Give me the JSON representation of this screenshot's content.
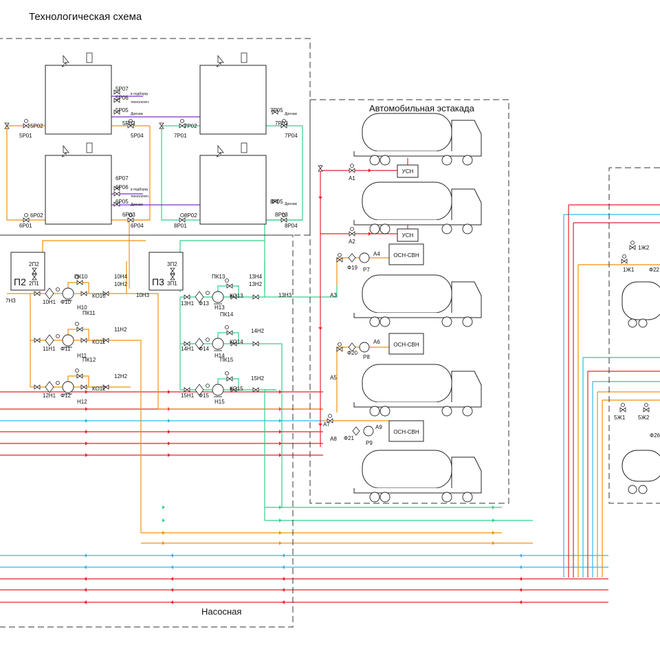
{
  "title": "Технологическая схема",
  "colors": {
    "orange": "#f0900c",
    "green": "#2fd08a",
    "red": "#e8222a",
    "blue": "#31b6e8",
    "purple": "#7a2fd0",
    "dark": "#222222"
  },
  "zones": {
    "estakada": "Автомобильная эстакада",
    "nasosnaya": "Насосная"
  },
  "tank_labels": [
    {
      "id": "5P07",
      "t": "5Р07"
    },
    {
      "id": "5P06",
      "t": "5Р06"
    },
    {
      "id": "5P05",
      "t": "5Р05"
    },
    {
      "id": "5P03",
      "t": "5Р03"
    },
    {
      "id": "5P04",
      "t": "5Р04"
    },
    {
      "id": "5P02",
      "t": "5Р02"
    },
    {
      "id": "5P01",
      "t": "5Р01"
    },
    {
      "id": "6P07",
      "t": "6Р07"
    },
    {
      "id": "6P06",
      "t": "6Р06"
    },
    {
      "id": "6P05",
      "t": "6Р05"
    },
    {
      "id": "6P03",
      "t": "6Р03"
    },
    {
      "id": "6P04",
      "t": "6Р04"
    },
    {
      "id": "6P02",
      "t": "6Р02"
    },
    {
      "id": "6P01",
      "t": "6Р01"
    },
    {
      "id": "7P05",
      "t": "7Р05"
    },
    {
      "id": "7P03",
      "t": "7Р03"
    },
    {
      "id": "7P04",
      "t": "7Р04"
    },
    {
      "id": "7P02",
      "t": "7Р02"
    },
    {
      "id": "7P01",
      "t": "7Р01"
    },
    {
      "id": "8P05",
      "t": "8Р05"
    },
    {
      "id": "8P03",
      "t": "8Р03"
    },
    {
      "id": "8P04",
      "t": "8Р04"
    },
    {
      "id": "8P02",
      "t": "8Р02"
    },
    {
      "id": "8P01",
      "t": "8Р01"
    }
  ],
  "small_notes": {
    "vozduh": "в подборку",
    "tp": "технологич.",
    "dren": "Дренаж"
  },
  "pump_rooms": [
    {
      "id": "P2",
      "t": "П2",
      "a": "2П2",
      "b": "2П1"
    },
    {
      "id": "P3",
      "t": "П3",
      "a": "3П2",
      "b": "3П1"
    }
  ],
  "pump_labels": [
    {
      "id": "7H3",
      "t": "7Н3"
    },
    {
      "id": "10H1",
      "t": "10Н1"
    },
    {
      "id": "F10",
      "t": "Ф10"
    },
    {
      "id": "PK10",
      "t": "ПК10"
    },
    {
      "id": "KO10",
      "t": "КО10"
    },
    {
      "id": "H10",
      "t": "Н10"
    },
    {
      "id": "10H2",
      "t": "10Н2"
    },
    {
      "id": "10H3",
      "t": "10Н3"
    },
    {
      "id": "10H4",
      "t": "10Н4"
    },
    {
      "id": "11H1",
      "t": "11Н1"
    },
    {
      "id": "F11",
      "t": "Ф11"
    },
    {
      "id": "PK11",
      "t": "ПК11"
    },
    {
      "id": "KO11",
      "t": "КО11"
    },
    {
      "id": "H11",
      "t": "Н11"
    },
    {
      "id": "11H2",
      "t": "11Н2"
    },
    {
      "id": "12H1",
      "t": "12Н1"
    },
    {
      "id": "F12",
      "t": "Ф12"
    },
    {
      "id": "PK12",
      "t": "ПК12"
    },
    {
      "id": "KO12",
      "t": "КО12"
    },
    {
      "id": "H12",
      "t": "Н12"
    },
    {
      "id": "12H2",
      "t": "12Н2"
    },
    {
      "id": "13H1",
      "t": "13Н1"
    },
    {
      "id": "F13",
      "t": "Ф13"
    },
    {
      "id": "PK13",
      "t": "ПК13"
    },
    {
      "id": "KO13",
      "t": "КО13"
    },
    {
      "id": "H13",
      "t": "Н13"
    },
    {
      "id": "13H2",
      "t": "13Н2"
    },
    {
      "id": "13H3",
      "t": "13Н3"
    },
    {
      "id": "13H4",
      "t": "13Н4"
    },
    {
      "id": "14H1",
      "t": "14Н1"
    },
    {
      "id": "F14",
      "t": "Ф14"
    },
    {
      "id": "PK14",
      "t": "ПК14"
    },
    {
      "id": "KO14",
      "t": "КО14"
    },
    {
      "id": "H14",
      "t": "Н14"
    },
    {
      "id": "14H2",
      "t": "14Н2"
    },
    {
      "id": "15H1",
      "t": "15Н1"
    },
    {
      "id": "F15",
      "t": "Ф15"
    },
    {
      "id": "PK15",
      "t": "ПК15"
    },
    {
      "id": "KO15",
      "t": "КО15"
    },
    {
      "id": "H15",
      "t": "Н15"
    },
    {
      "id": "15H2",
      "t": "15Н2"
    }
  ],
  "estakada_labels": [
    {
      "id": "A1",
      "t": "А1"
    },
    {
      "id": "A2",
      "t": "А2"
    },
    {
      "id": "A3",
      "t": "А3"
    },
    {
      "id": "A4",
      "t": "А4"
    },
    {
      "id": "A5",
      "t": "А5"
    },
    {
      "id": "A6",
      "t": "А6"
    },
    {
      "id": "A7",
      "t": "А7"
    },
    {
      "id": "A8",
      "t": "А8"
    },
    {
      "id": "A9",
      "t": "А9"
    },
    {
      "id": "F19",
      "t": "Ф19"
    },
    {
      "id": "F20",
      "t": "Ф20"
    },
    {
      "id": "F21",
      "t": "Ф21"
    },
    {
      "id": "R7",
      "t": "Р7"
    },
    {
      "id": "R8",
      "t": "Р8"
    },
    {
      "id": "R9",
      "t": "Р9"
    }
  ],
  "devices": {
    "usn": "УСН",
    "osn": "ОСН-СВН"
  },
  "right_labels": [
    {
      "id": "1ZH2",
      "t": "1Ж2"
    },
    {
      "id": "1ZH1",
      "t": "1Ж1"
    },
    {
      "id": "F22",
      "t": "Ф22"
    },
    {
      "id": "5ZH1",
      "t": "5Ж1"
    },
    {
      "id": "5ZH2",
      "t": "5Ж2"
    },
    {
      "id": "F26",
      "t": "Ф26"
    }
  ]
}
